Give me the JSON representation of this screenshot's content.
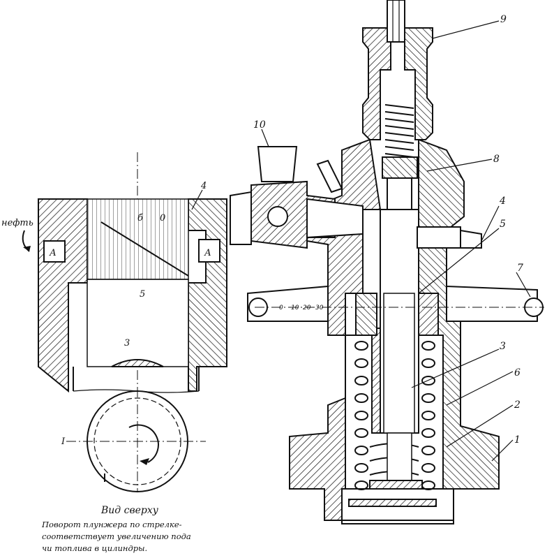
{
  "figure": {
    "callouts": [
      "9",
      "8",
      "4",
      "5",
      "7",
      "3",
      "6",
      "2",
      "1",
      "10"
    ],
    "detail_labels": {
      "oil_label": "нефть",
      "port_left": "А",
      "port_right": "А",
      "region_top_left": "б",
      "region_top_right": "0",
      "region_middle": "5",
      "region_lower": "3",
      "detail_callout": "4",
      "section_mark": "I"
    },
    "scale_ticks": [
      "0",
      "10",
      "20",
      "30"
    ],
    "caption": {
      "title": "Вид сверху",
      "lines": [
        "Поворот плунжера по стрелке-",
        "соответствует увеличению пода",
        "чи топлива в цилиндры."
      ]
    }
  }
}
